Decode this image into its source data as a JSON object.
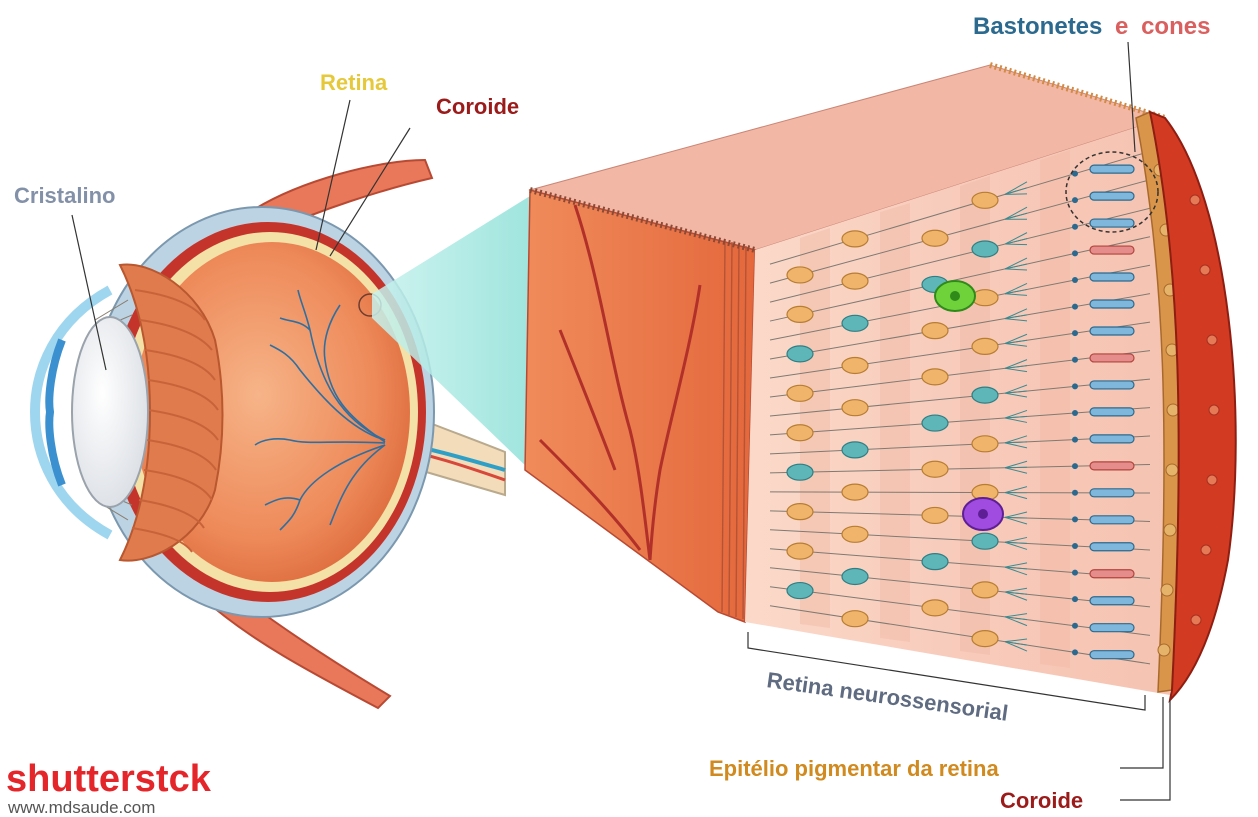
{
  "labels": {
    "cristalino": "Cristalino",
    "retina": "Retina",
    "coroide_top": "Coroide",
    "bastonetes": "Bastonetes",
    "e_conj": "e",
    "cones": "cones",
    "retina_neuro": "Retina neurossensorial",
    "epitelio": "Epitélio pigmentar da retina",
    "coroide_bottom": "Coroide"
  },
  "watermark": {
    "brand_a": "shutterst",
    "brand_b": "ck",
    "url": "www.mdsaude.com"
  },
  "colors": {
    "cristalino": "#8391a8",
    "retina": "#e6c93a",
    "coroide": "#9b1b1b",
    "bastonetes": "#2b6a8e",
    "cones": "#d9605f",
    "retina_neuro": "#5e6b80",
    "epitelio": "#d08a1f",
    "brand": "#e4262b"
  }
}
